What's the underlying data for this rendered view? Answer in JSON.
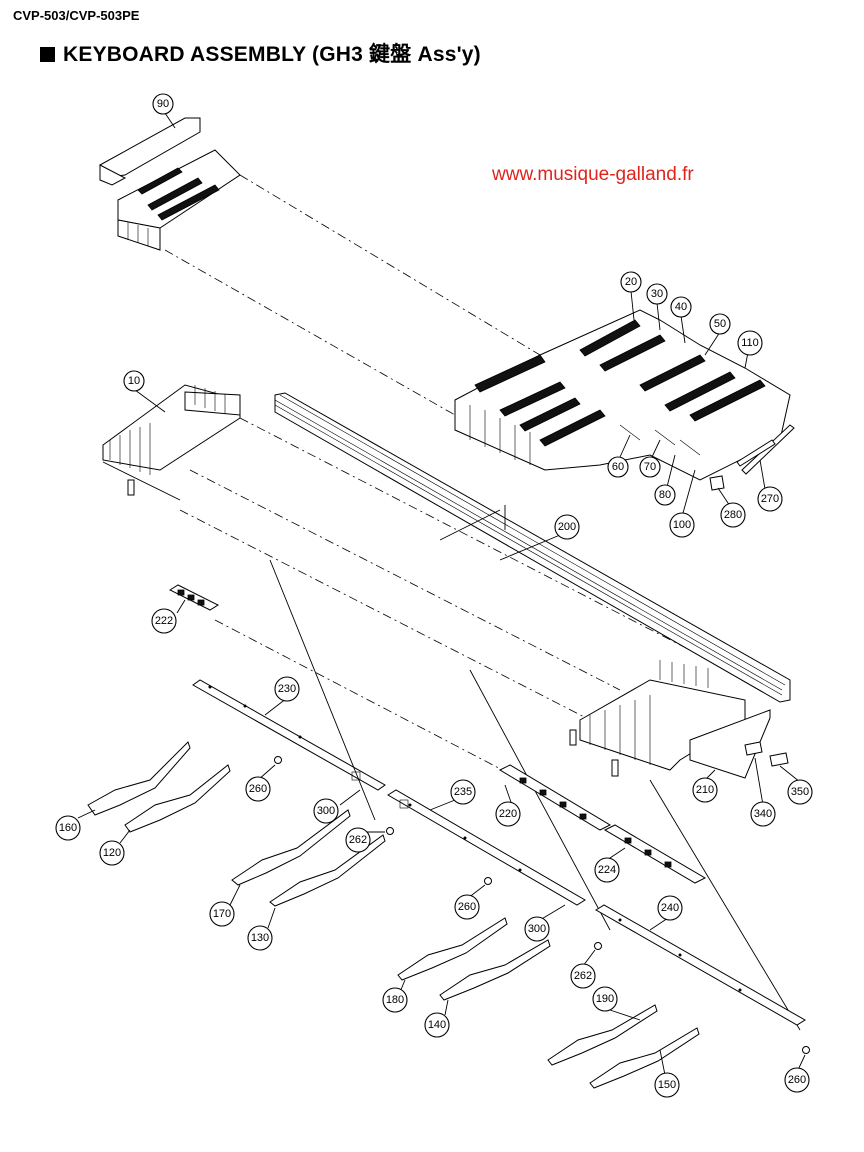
{
  "header": {
    "model": "CVP-503/CVP-503PE"
  },
  "title": {
    "text": "KEYBOARD ASSEMBLY (GH3 鍵盤 Ass'y)"
  },
  "watermark": {
    "text": "www.musique-galland.fr",
    "color": "#e0241c"
  },
  "callouts": {
    "c90": "90",
    "c20": "20",
    "c30": "30",
    "c40": "40",
    "c50": "50",
    "c110": "110",
    "c10": "10",
    "c60": "60",
    "c70": "70",
    "c80": "80",
    "c100": "100",
    "c280": "280",
    "c270": "270",
    "c200": "200",
    "c222": "222",
    "c230": "230",
    "c260a": "260",
    "c160": "160",
    "c120": "120",
    "c300a": "300",
    "c262a": "262",
    "c235": "235",
    "c220": "220",
    "c210": "210",
    "c340": "340",
    "c350": "350",
    "c224": "224",
    "c170": "170",
    "c130": "130",
    "c260b": "260",
    "c300b": "300",
    "c240": "240",
    "c262b": "262",
    "c180": "180",
    "c140": "140",
    "c190": "190",
    "c150": "150",
    "c260c": "260"
  }
}
